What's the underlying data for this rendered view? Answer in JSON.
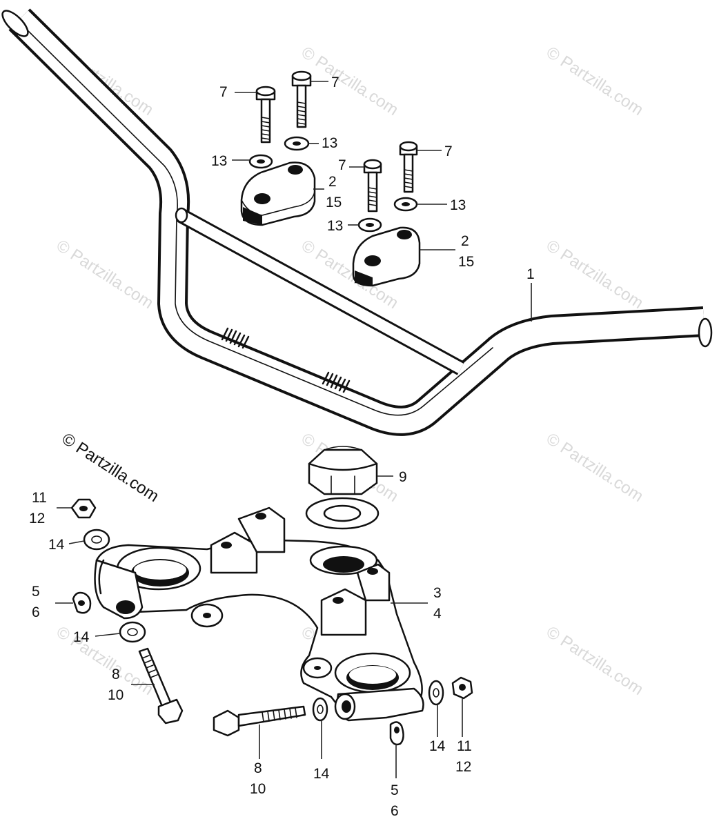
{
  "watermark": {
    "text": "© Partzilla.com",
    "color": "#d9d9d9"
  },
  "callouts": {
    "handlebar": [
      "1"
    ],
    "holder_upper_left": [
      "2",
      "15"
    ],
    "holder_upper_right": [
      "2",
      "15"
    ],
    "bridge": [
      "3",
      "4"
    ],
    "plate_left": [
      "5",
      "6"
    ],
    "plate_bottom": [
      "5",
      "6"
    ],
    "bolt_top_1": [
      "7"
    ],
    "bolt_top_2": [
      "7"
    ],
    "bolt_top_3": [
      "7"
    ],
    "bolt_top_4": [
      "7"
    ],
    "bolt_left": [
      "8",
      "10"
    ],
    "bolt_bottom": [
      "8",
      "10"
    ],
    "stem_nut": [
      "9"
    ],
    "nut_left": [
      "11",
      "12"
    ],
    "nut_right": [
      "11",
      "12"
    ],
    "washer_top_1": [
      "13"
    ],
    "washer_top_2": [
      "13"
    ],
    "washer_top_3": [
      "13"
    ],
    "washer_top_4": [
      "13"
    ],
    "washer_left_1": [
      "14"
    ],
    "washer_left_2": [
      "14"
    ],
    "washer_bottom": [
      "14"
    ],
    "washer_right": [
      "14"
    ]
  }
}
